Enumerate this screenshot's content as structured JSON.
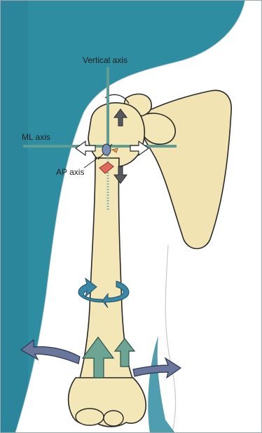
{
  "labels": {
    "vertical_axis": "Vertical axis",
    "ml_axis": "ML axis",
    "ap_axis": "AP axis"
  },
  "colors": {
    "background_teal": "#2e8ba0",
    "body_skin": "#ffffff",
    "bone_fill": "#f3e6b7",
    "bone_outline": "#2a2a2a",
    "axis_teal": "#5d9a92",
    "rotation_arrow": "#3a86a6",
    "translation_arrow_green": "#6da595",
    "abduction_arrow": "#6a779c",
    "ap_marker_red": "#e06a5c"
  }
}
